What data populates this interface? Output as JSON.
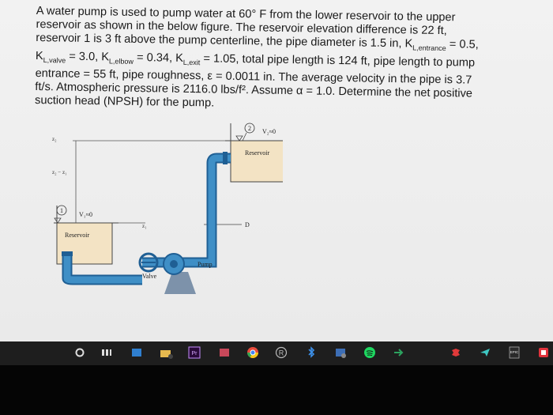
{
  "problem": {
    "line1": "A water pump is used to pump water at 60° F from the lower reservoir to the upper",
    "line2": "reservoir as shown in the below figure.  The reservoir elevation difference is 22 ft,",
    "line3": "reservoir 1 is 3 ft above the pump centerline, the pipe diameter is 1.5 in, K",
    "line3_sub": "L,entrance",
    "line3_end": " = 0.5,",
    "line4_a": "K",
    "line4_a_sub": "L,valve",
    "line4_b": " = 3.0, K",
    "line4_b_sub": "L,elbow",
    "line4_c": " = 0.34, K",
    "line4_c_sub": "L,exit",
    "line4_d": " = 1.05, total pipe length is 124 ft, pipe length to pump",
    "line5": "entrance = 55 ft, pipe roughness, ε = 0.0011 in.  The average velocity in the pipe is 3.7",
    "line6": "ft/s. Atmospheric pressure is 2116.0 lbs/f².  Assume α = 1.0.  Determine the net positive",
    "line7": "suction head (NPSH) for the pump."
  },
  "figure": {
    "reservoir_label_upper": "Reservoir",
    "reservoir_label_lower": "Reservoir",
    "point_upper": "2",
    "point_lower": "1",
    "v2_label": "V₂≈0",
    "v1_label": "V₁≈0",
    "z2_label": "z₂",
    "z2_z1_label": "z₂ − z₁",
    "z1_label": "z₁",
    "d_label": "D",
    "pump_label": "Pump",
    "valve_label": "Valve"
  },
  "taskbar": {
    "icons": [
      "circle-icon",
      "task-view-icon",
      "file-explorer-icon",
      "folder-icon",
      "premiere-icon",
      "mail-icon",
      "chrome-icon",
      "r-app-icon",
      "bluetooth-icon",
      "photos-icon",
      "spotify-icon",
      "arrow-icon",
      "puzzle-icon",
      "direction-icon",
      "epic-games-icon",
      "red-app-icon"
    ],
    "premiere_text": "Pr",
    "r_text": "R",
    "epic_text": "EPIC"
  },
  "colors": {
    "pipe": "#3f8fc6",
    "pipe_dark": "#1f5f94",
    "water": "#f3e3c4",
    "taskbar": "#1e1e1e"
  }
}
